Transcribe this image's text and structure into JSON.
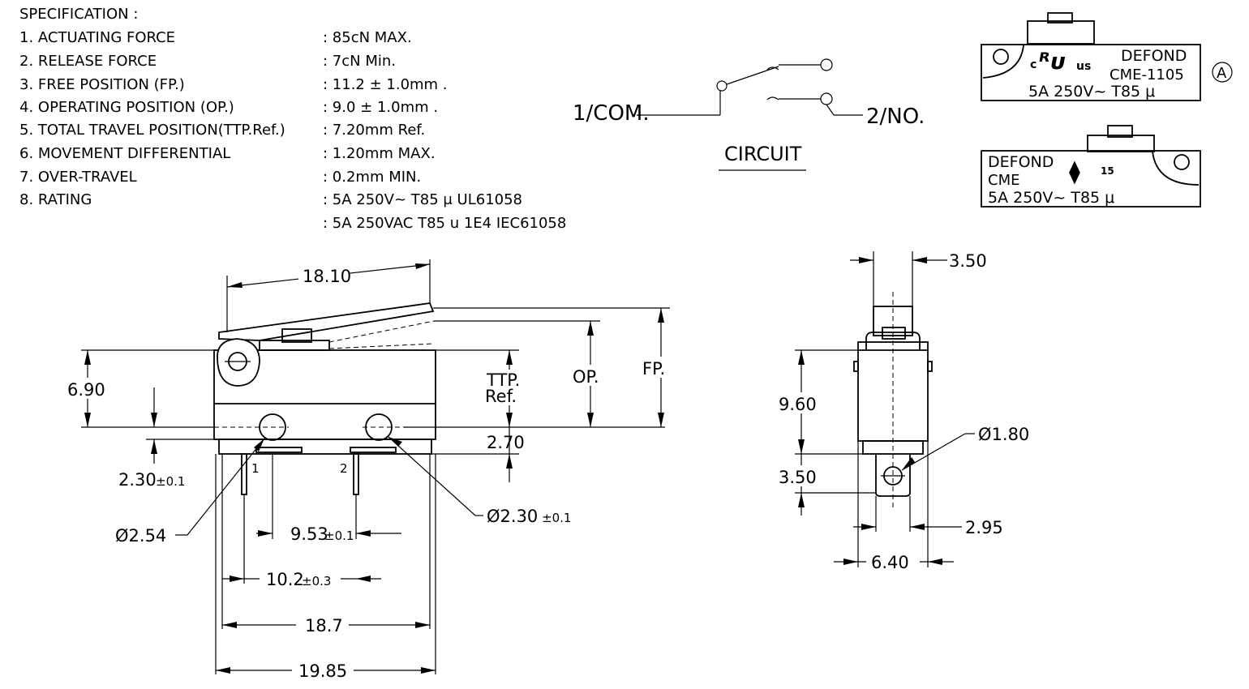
{
  "spec": {
    "title": "SPECIFICATION :",
    "items": [
      {
        "label": "1. ACTUATING FORCE",
        "value": ": 85cN MAX."
      },
      {
        "label": "2. RELEASE FORCE",
        "value": ": 7cN Min."
      },
      {
        "label": "3. FREE POSITION (FP.)",
        "value": ": 11.2 ± 1.0mm ."
      },
      {
        "label": "4. OPERATING POSITION (OP.)",
        "value": ": 9.0 ± 1.0mm ."
      },
      {
        "label": "5. TOTAL TRAVEL POSITION(TTP.Ref.)",
        "value": ": 7.20mm Ref."
      },
      {
        "label": "6. MOVEMENT DIFFERENTIAL",
        "value": ": 1.20mm MAX."
      },
      {
        "label": "7. OVER-TRAVEL",
        "value": ": 0.2mm MIN."
      },
      {
        "label": "8. RATING",
        "value": ": 5A 250V~ T85 μ UL61058"
      },
      {
        "label": "",
        "value": ": 5A 250VAC T85 u 1E4 IEC61058"
      }
    ]
  },
  "circuit": {
    "com": "1/COM.",
    "no": "2/NO.",
    "caption": "CIRCUIT"
  },
  "marking1": {
    "brand": "DEFOND",
    "model": "CME-1105",
    "rating": "5A 250V~ T85 μ",
    "cert_c": "c",
    "cert_us": "us",
    "rev": "A"
  },
  "marking2": {
    "brand": "DEFOND",
    "model": "CME",
    "rating": "5A 250V~ T85 μ",
    "cert_num": "15"
  },
  "front": {
    "d_18_10": "18.10",
    "d_6_90": "6.90",
    "ttp": "TTP.",
    "ref": "Ref.",
    "op": "OP.",
    "fp": "FP.",
    "d_2_70": "2.70",
    "d_2_30": "2.30",
    "d_2_30_tol": "±0.1",
    "pin1": "1",
    "pin2": "2",
    "d_phi_2_54": "Ø2.54",
    "d_phi_2_30": "Ø2.30",
    "d_phi_2_30_tol": "±0.1",
    "d_9_53": "9.53",
    "d_9_53_tol": "±0.1",
    "d_10_2": "10.2",
    "d_10_2_tol": "±0.3",
    "d_18_7": "18.7",
    "d_19_85": "19.85"
  },
  "side": {
    "d_3_50_top": "3.50",
    "d_9_60": "9.60",
    "d_3_50": "3.50",
    "d_phi_1_80": "Ø1.80",
    "d_2_95": "2.95",
    "d_6_40": "6.40"
  }
}
